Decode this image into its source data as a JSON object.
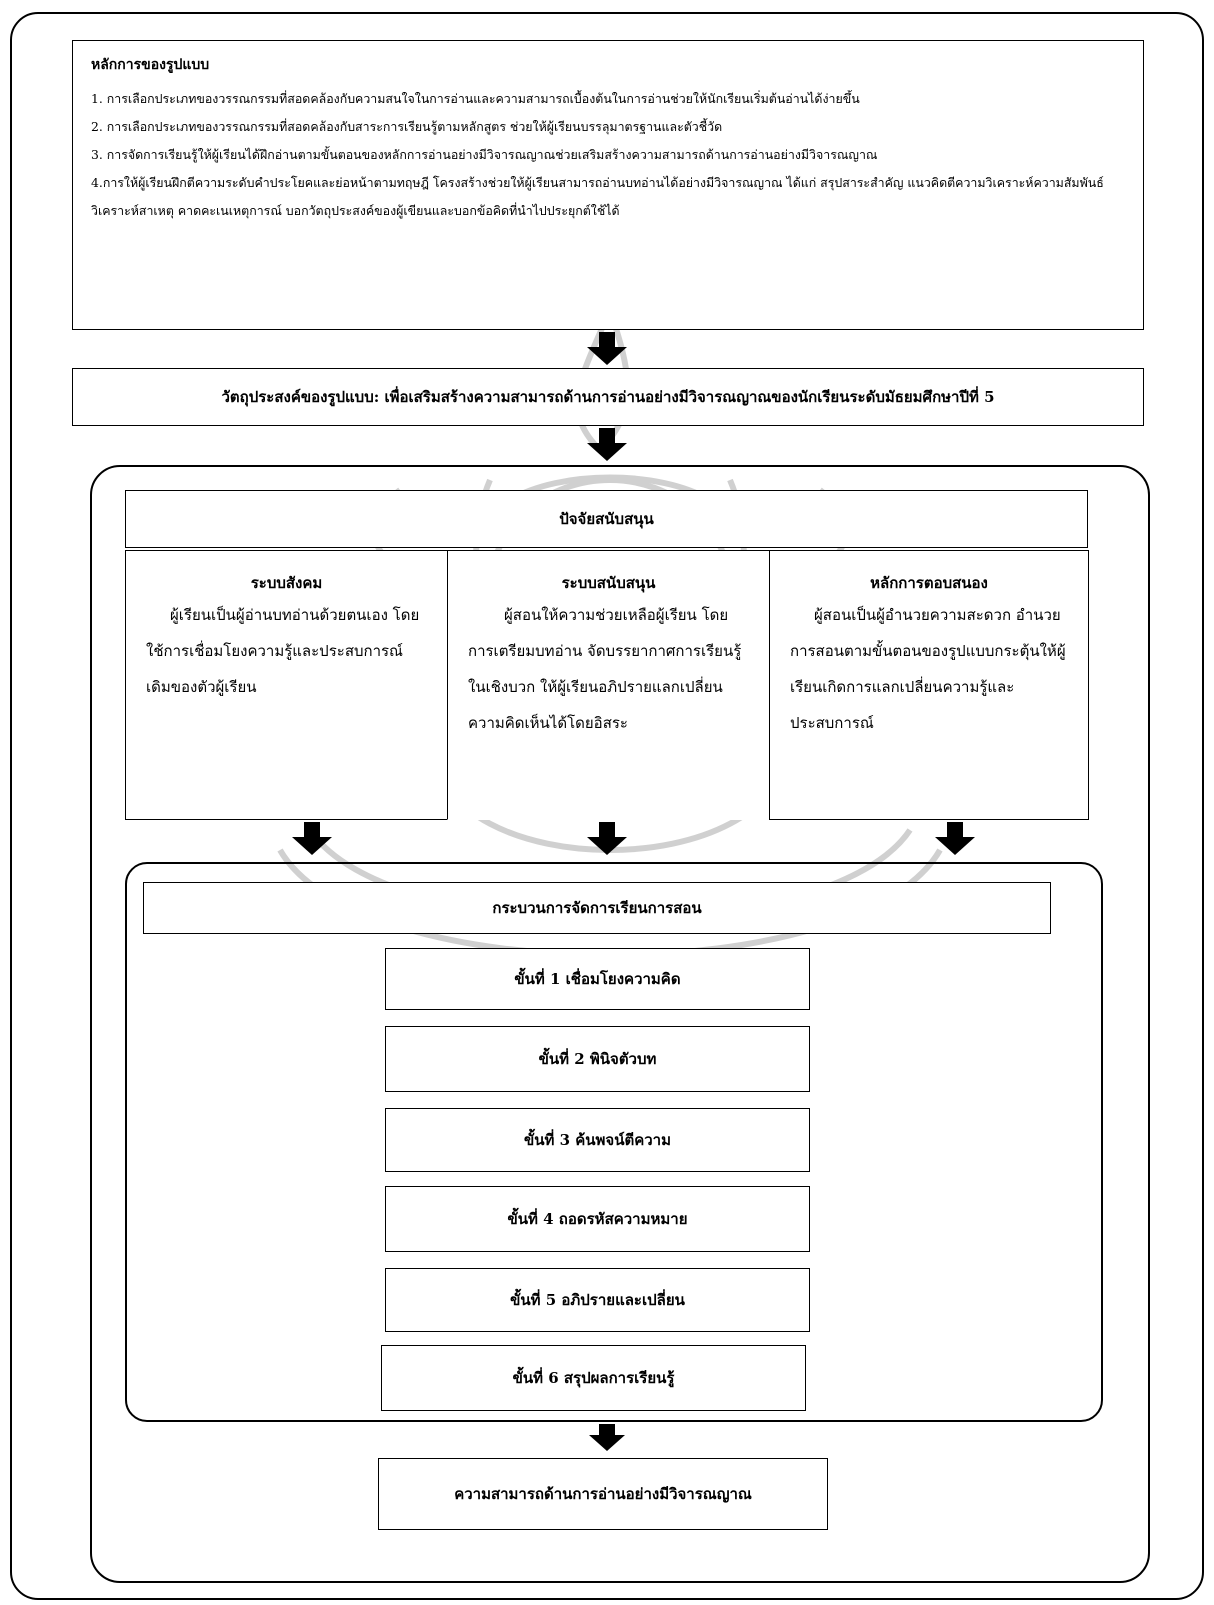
{
  "principles": {
    "heading": "หลักการของรูปแบบ",
    "items": [
      "1. การเลือกประเภทของวรรณกรรมที่สอดคล้องกับความสนใจในการอ่านและความสามารถเบื้องต้นในการอ่านช่วยให้นักเรียนเริ่มต้นอ่านได้ง่ายขึ้น",
      "2. การเลือกประเภทของวรรณกรรมที่สอดคล้องกับสาระการเรียนรู้ตามหลักสูตร ช่วยให้ผู้เรียนบรรลุมาตรฐานและตัวชี้วัด",
      "3. การจัดการเรียนรู้ให้ผู้เรียนได้ฝึกอ่านตามขั้นตอนของหลักการอ่านอย่างมีวิจารณญาณช่วยเสริมสร้างความสามารถด้านการอ่านอย่างมีวิจารณญาณ",
      "4.การให้ผู้เรียนฝึกตีความระดับคำประโยคและย่อหน้าตามทฤษฎี โครงสร้างช่วยให้ผู้เรียนสามารถอ่านบทอ่านได้อย่างมีวิจารณญาณ ได้แก่ สรุปสาระสำคัญ แนวคิดตีความวิเคราะห์ความสัมพันธ์ วิเคราะห์สาเหตุ คาดคะเนเหตุการณ์ บอกวัตถุประสงค์ของผู้เขียนและบอกข้อคิดที่นำไปประยุกต์ใช้ได้"
    ]
  },
  "objective": "วัตถุประสงค์ของรูปแบบ: เพื่อเสริมสร้างความสามารถด้านการอ่านอย่างมีวิจารณญาณของนักเรียนระดับมัธยมศึกษาปีที่ 5",
  "support": {
    "title": "ปัจจัยสนับสนุน",
    "columns": [
      {
        "title": "ระบบสังคม",
        "body": "ผู้เรียนเป็นผู้อ่านบทอ่านด้วยตนเอง โดยใช้การเชื่อมโยงความรู้และประสบการณ์เดิมของตัวผู้เรียน"
      },
      {
        "title": "ระบบสนับสนุน",
        "body_first": "ผู้สอนให้ความช่วยเหลือผู้เรียน",
        "body_rest": "โดยการเตรียมบทอ่าน จัดบรรยากาศการเรียนรู้ในเชิงบวก ให้ผู้เรียนอภิปรายแลกเปลี่ยนความคิดเห็นได้โดยอิสระ"
      },
      {
        "title": "หลักการตอบสนอง",
        "body": "ผู้สอนเป็นผู้อำนวยความสะดวก อำนวยการสอนตามขั้นตอนของรูปแบบกระตุ้นให้ผู้เรียนเกิดการแลกเปลี่ยนความรู้และประสบการณ์"
      }
    ]
  },
  "process": {
    "title": "กระบวนการจัดการเรียนการสอน",
    "steps": [
      "ขั้นที่ 1 เชื่อมโยงความคิด",
      "ขั้นที่  2  พินิจตัวบท",
      "ขั้นที่ 3 ค้นพจน์ตีความ",
      "ขั้นที่ 4 ถอดรหัสความหมาย",
      "ขั้นที่ 5 อภิปรายและเปลี่ยน",
      "ขั้นที่ 6 สรุปผลการเรียนรู้"
    ]
  },
  "outcome": "ความสามารถด้านการอ่านอย่างมีวิจารณญาณ"
}
